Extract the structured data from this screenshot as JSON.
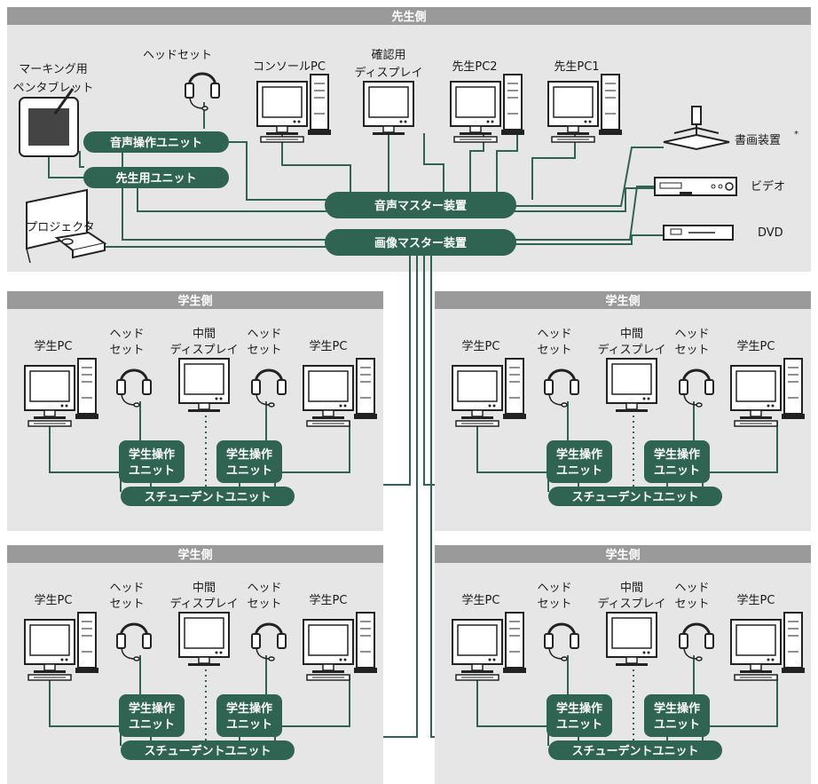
{
  "colors": {
    "accent": "#2f6352",
    "header": "#9a9a9a",
    "panel": "#e6e6e6"
  },
  "teacher": {
    "title": "先生側",
    "headset": "ヘッドセット",
    "tablet": [
      "マーキング用",
      "ペンタブレット"
    ],
    "console_pc": "コンソールPC",
    "confirm_display": [
      "確認用",
      "ディスプレイ"
    ],
    "teacher_pc2": "先生PC2",
    "teacher_pc1": "先生PC1",
    "audio_unit": "音声操作ユニット",
    "teacher_unit": "先生用ユニット",
    "projector": "プロジェクタ",
    "audio_master": "音声マスター装置",
    "video_master": "画像マスター装置",
    "document_camera": "書画装置",
    "asterisk": "*",
    "video": "ビデオ",
    "dvd": "DVD"
  },
  "student_panels": [
    {
      "title": "学生側",
      "pc": "学生PC",
      "headset": [
        "ヘッド",
        "セット"
      ],
      "middle_display": [
        "中間",
        "ディスプレイ"
      ],
      "op_unit": [
        "学生操作",
        "ユニット"
      ],
      "student_unit": "スチューデントユニット"
    },
    {
      "title": "学生側",
      "pc": "学生PC",
      "headset": [
        "ヘッド",
        "セット"
      ],
      "middle_display": [
        "中間",
        "ディスプレイ"
      ],
      "op_unit": [
        "学生操作",
        "ユニット"
      ],
      "student_unit": "スチューデントユニット"
    },
    {
      "title": "学生側",
      "pc": "学生PC",
      "headset": [
        "ヘッド",
        "セット"
      ],
      "middle_display": [
        "中間",
        "ディスプレイ"
      ],
      "op_unit": [
        "学生操作",
        "ユニット"
      ],
      "student_unit": "スチューデントユニット"
    },
    {
      "title": "学生側",
      "pc": "学生PC",
      "headset": [
        "ヘッド",
        "セット"
      ],
      "middle_display": [
        "中間",
        "ディスプレイ"
      ],
      "op_unit": [
        "学生操作",
        "ユニット"
      ],
      "student_unit": "スチューデントユニット"
    }
  ]
}
